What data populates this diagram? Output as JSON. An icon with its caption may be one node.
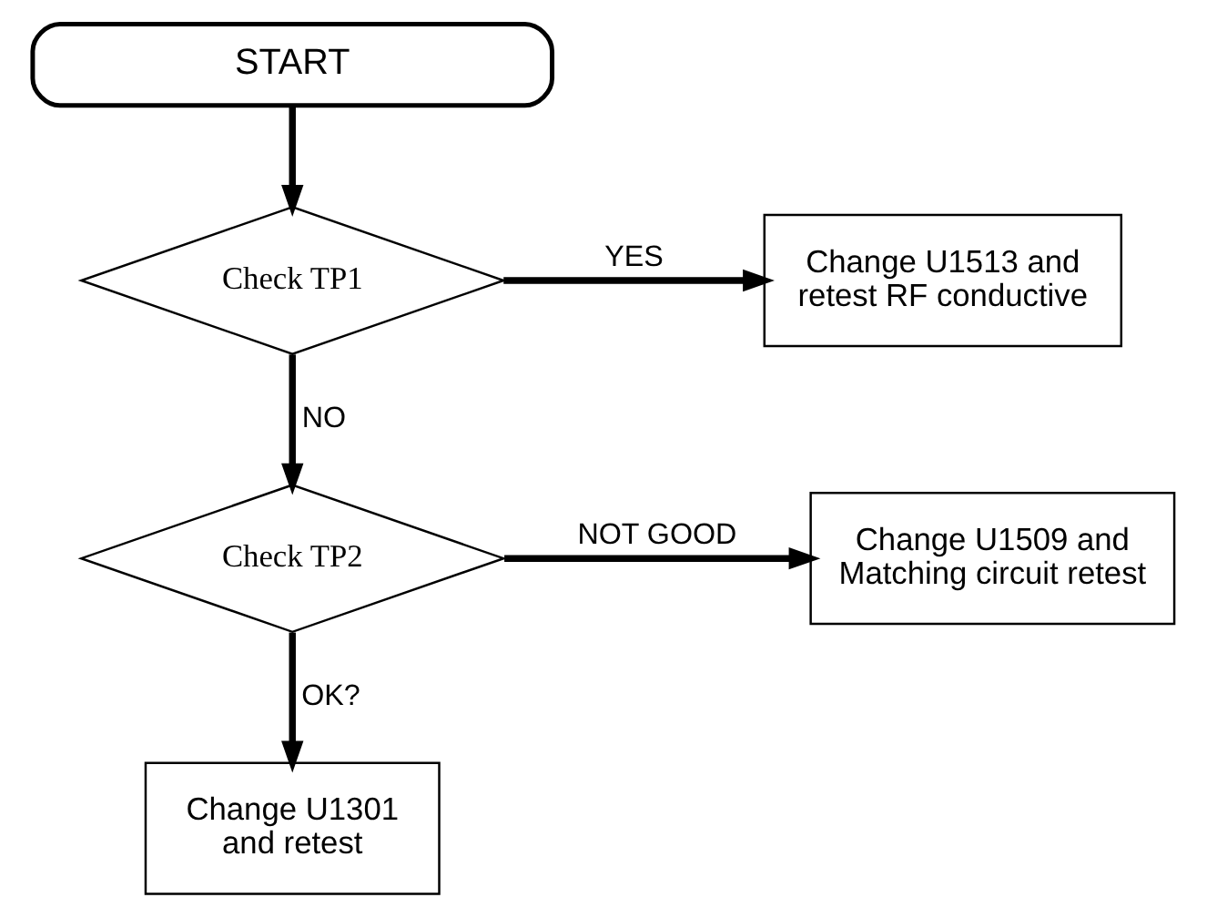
{
  "diagram": {
    "nodes": [
      {
        "text": [
          "START"
        ]
      },
      {
        "text": [
          "Check TP1"
        ]
      },
      {
        "text": [
          "Change U1513 and retest RF conductive"
        ]
      },
      {
        "text": [
          "Check TP2"
        ]
      },
      {
        "text": [
          "Change U1509 and Matching circuit retest"
        ]
      },
      {
        "text": [
          "Change U1301 and retest"
        ]
      }
    ],
    "edges": [
      {
        "from": 0,
        "to": 1,
        "arrow": "to"
      },
      {
        "from": 1,
        "to": 2,
        "arrow": "to",
        "label": "YES"
      },
      {
        "from": 1,
        "to": 3,
        "arrow": "to",
        "label": "NO"
      },
      {
        "from": 3,
        "to": 4,
        "arrow": "to",
        "label": "NOT GOOD"
      },
      {
        "from": 3,
        "to": 5,
        "arrow": "to",
        "label": "OK?"
      }
    ]
  }
}
